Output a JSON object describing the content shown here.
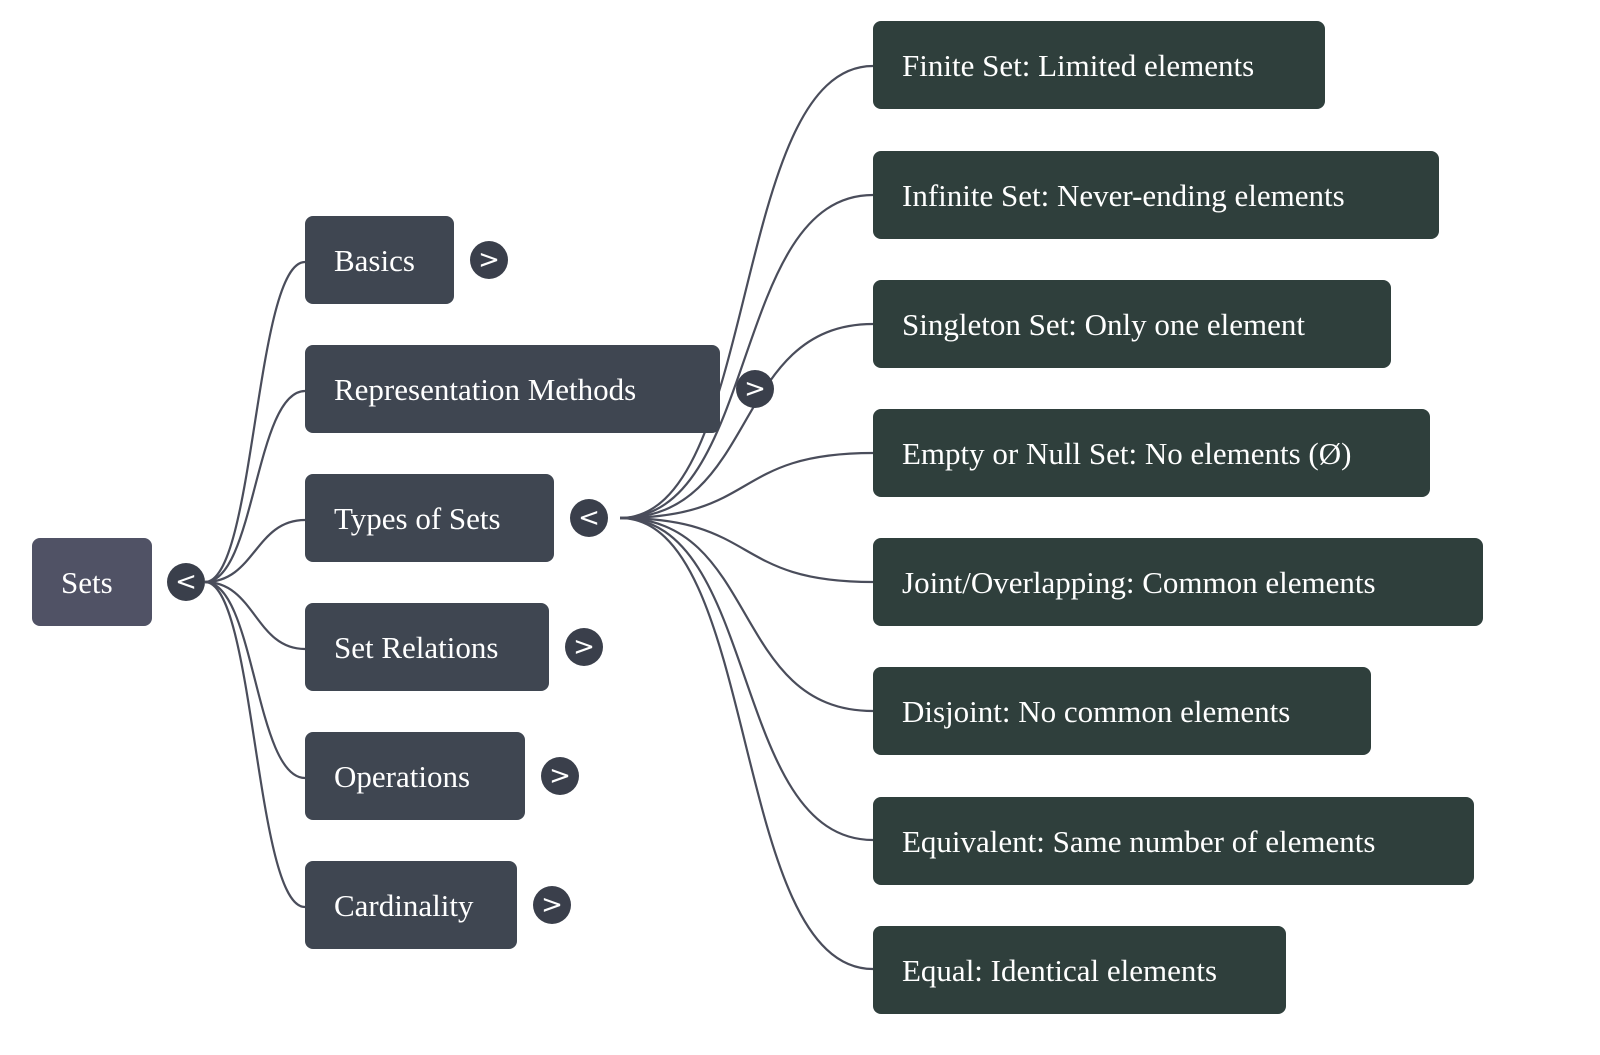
{
  "mindmap": {
    "root": {
      "label": "Sets",
      "toggle": "<",
      "expanded": true
    },
    "branches": [
      {
        "label": "Basics",
        "toggle": ">",
        "expanded": false
      },
      {
        "label": "Representation Methods",
        "toggle": ">",
        "expanded": false
      },
      {
        "label": "Types of Sets",
        "toggle": "<",
        "expanded": true,
        "children": [
          "Finite Set: Limited elements",
          "Infinite Set: Never-ending elements",
          "Singleton Set: Only one element",
          "Empty or Null Set: No elements (Ø)",
          "Joint/Overlapping: Common elements",
          "Disjoint: No common elements",
          "Equivalent: Same number of elements",
          "Equal: Identical elements"
        ]
      },
      {
        "label": "Set Relations",
        "toggle": ">",
        "expanded": false
      },
      {
        "label": "Operations",
        "toggle": ">",
        "expanded": false
      },
      {
        "label": "Cardinality",
        "toggle": ">",
        "expanded": false
      }
    ]
  },
  "colors": {
    "root": "#505265",
    "branch": "#3f4651",
    "leaf": "#2f3f3c",
    "edge": "#4a4d5b",
    "toggle": "#3a3f4b"
  }
}
